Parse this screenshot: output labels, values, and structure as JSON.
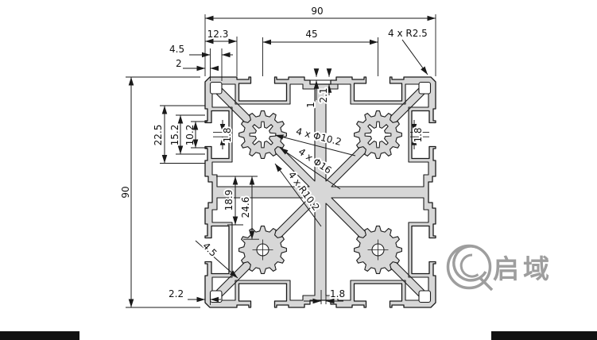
{
  "drawing": {
    "dims": {
      "overall_width": "90",
      "overall_height": "90",
      "corner_offset": "12.3",
      "slot_spacing": "45",
      "corner_radius": "4 x R2.5",
      "corner_hole": "4.5",
      "corner_wall": "2",
      "slot_flange": "22.5",
      "slot_cavity": "15.2",
      "slot_opening": "10.2",
      "slot_lip_left": "1.8",
      "web_18_9": "18.9",
      "web_24_6": "24.6",
      "groove_step": "1",
      "groove_depth": "2.1",
      "bore_small": "4 x Φ10.2",
      "bore_large": "4 x Φ16",
      "web_radius": "4 x R10.2",
      "slot_lip_right": "1.8",
      "bottom_wall": "4.5",
      "corner_web": "2.2",
      "groove_lip": "1.8"
    },
    "colors": {
      "body_fill": "#d7d7d7",
      "line": "#1a1a1a",
      "logo": "#9e9e9e"
    }
  },
  "logo": {
    "text": "启域"
  }
}
